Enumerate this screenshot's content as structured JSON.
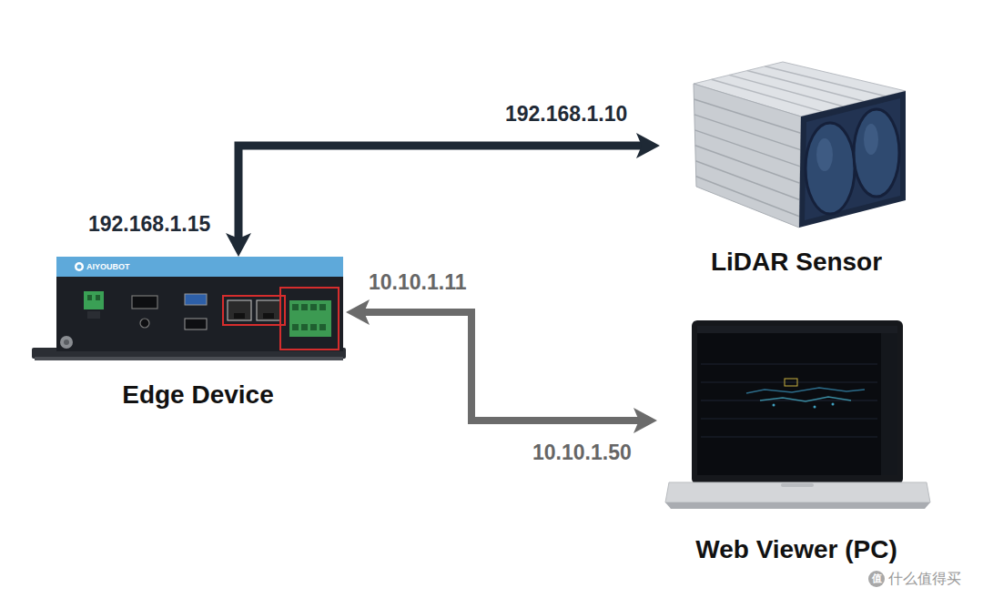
{
  "diagram": {
    "nodes": [
      {
        "text": [
          "Edge Device"
        ]
      },
      {
        "text": [
          "LiDAR Sensor"
        ]
      },
      {
        "text": [
          "Web Viewer (PC)"
        ]
      }
    ],
    "edges": [
      {
        "from": 0,
        "to": 1,
        "arrow": "both"
      },
      {
        "from": 0,
        "to": 2,
        "arrow": "both"
      }
    ],
    "labels": [
      "AIYOUBOT",
      "192.168.1.15",
      "192.168.1.10",
      "10.10.1.11",
      "10.10.1.50",
      "值",
      "什么值得买"
    ]
  }
}
